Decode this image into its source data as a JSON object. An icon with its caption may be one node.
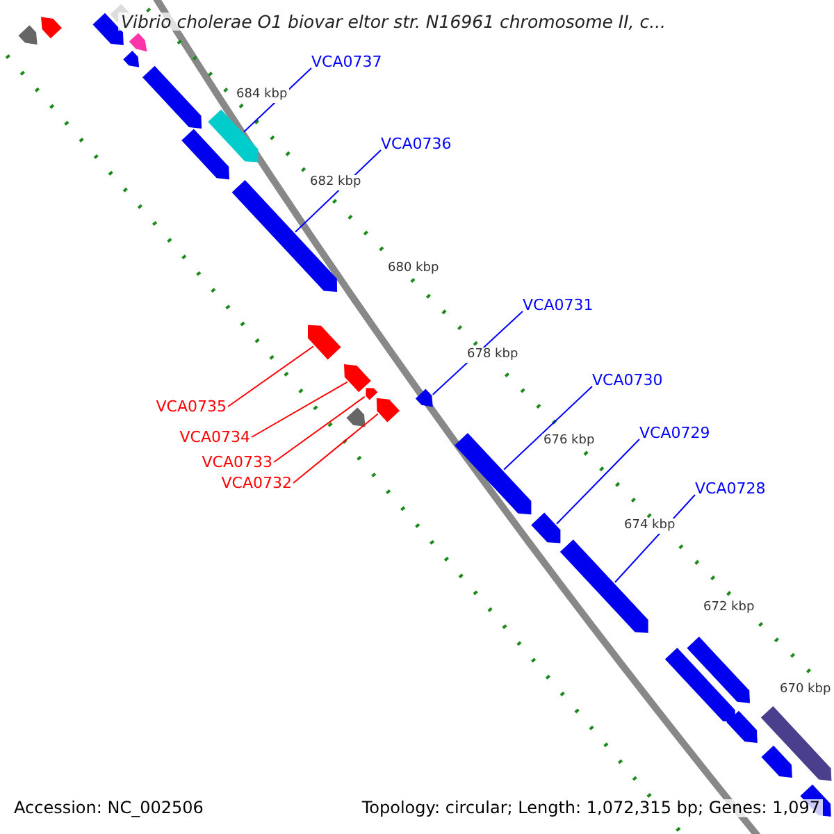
{
  "diagram": {
    "title": "Vibrio cholerae O1 biovar eltor str. N16961 chromosome II, c...",
    "nodes": [
      {
        "text": [
          "VCA0737"
        ]
      },
      {
        "text": [
          "VCA0736"
        ]
      },
      {
        "text": [
          "VCA0731"
        ]
      },
      {
        "text": [
          "VCA0730"
        ]
      },
      {
        "text": [
          "VCA0729"
        ]
      },
      {
        "text": [
          "VCA0728"
        ]
      },
      {
        "text": [
          "VCA0735"
        ]
      },
      {
        "text": [
          "VCA0734"
        ]
      },
      {
        "text": [
          "VCA0733"
        ]
      },
      {
        "text": [
          "VCA0732"
        ]
      },
      {
        "text": [],
        "shape": "bar"
      },
      {
        "text": [],
        "shape": "bar"
      },
      {
        "text": [],
        "shape": "bar"
      },
      {
        "text": [],
        "shape": "bar"
      },
      {
        "text": [],
        "shape": "bar"
      },
      {
        "text": [],
        "shape": "bar"
      },
      {
        "text": [],
        "shape": "bar"
      },
      {
        "text": [],
        "shape": "bar"
      },
      {
        "text": [],
        "shape": "bar"
      },
      {
        "text": [],
        "shape": "bar"
      },
      {
        "text": [],
        "shape": "bar"
      },
      {
        "text": [],
        "shape": "bar"
      },
      {
        "text": [],
        "shape": "bar"
      },
      {
        "text": [],
        "shape": "bar"
      },
      {
        "text": [],
        "shape": "bar"
      },
      {
        "text": [],
        "shape": "bar"
      },
      {
        "text": [],
        "shape": "bar"
      },
      {
        "text": [],
        "shape": "bar"
      },
      {
        "text": [],
        "shape": "bar"
      },
      {
        "text": [],
        "shape": "bar"
      },
      {
        "text": [],
        "shape": "bar"
      },
      {
        "text": [],
        "shape": "bar"
      },
      {
        "text": [],
        "shape": "bar"
      },
      {
        "text": [],
        "shape": "bar"
      },
      {
        "text": [],
        "shape": "bar"
      }
    ],
    "edges": [
      {
        "from": 0,
        "to": 17,
        "arrow": "none"
      },
      {
        "from": 1,
        "to": 19,
        "arrow": "none"
      },
      {
        "from": 2,
        "to": 23,
        "arrow": "none"
      },
      {
        "from": 3,
        "to": 26,
        "arrow": "none"
      },
      {
        "from": 4,
        "to": 27,
        "arrow": "none"
      },
      {
        "from": 5,
        "to": 28,
        "arrow": "none"
      },
      {
        "from": 6,
        "to": 20,
        "arrow": "none",
        "color": "#ff0000"
      },
      {
        "from": 7,
        "to": 21,
        "arrow": "none",
        "color": "#ff0000"
      },
      {
        "from": 8,
        "to": 22,
        "arrow": "none",
        "color": "#ff0000"
      },
      {
        "from": 9,
        "to": 24,
        "arrow": "none",
        "color": "#ff0000"
      }
    ],
    "labels": [
      "684 kbp",
      "682 kbp",
      "680 kbp",
      "678 kbp",
      "676 kbp",
      "674 kbp",
      "672 kbp",
      "670 kbp",
      "Accession: NC_002506",
      "Topology: circular; Length: 1,072,315 bp; Genes: 1,097"
    ]
  }
}
